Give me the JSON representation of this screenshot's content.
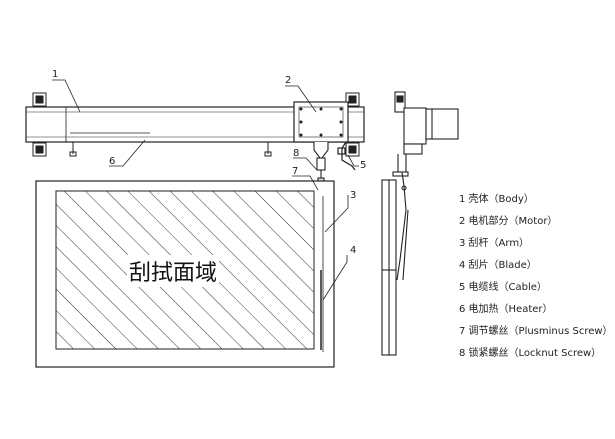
{
  "callouts": {
    "c1": "1",
    "c2": "2",
    "c3": "3",
    "c4": "4",
    "c5": "5",
    "c6": "6",
    "c7": "7",
    "c8": "8"
  },
  "wiping_area_label": "刮拭面域",
  "legend": [
    "1 壳体（Body）",
    "2 电机部分（Motor）",
    "3 刮杆（Arm）",
    "4 刮片（Blade）",
    "5 电缆线（Cable）",
    "6 电加热（Heater）",
    "7 调节螺丝（Plusminus Screw）",
    "8 锁紧螺丝（Locknut Screw）"
  ]
}
